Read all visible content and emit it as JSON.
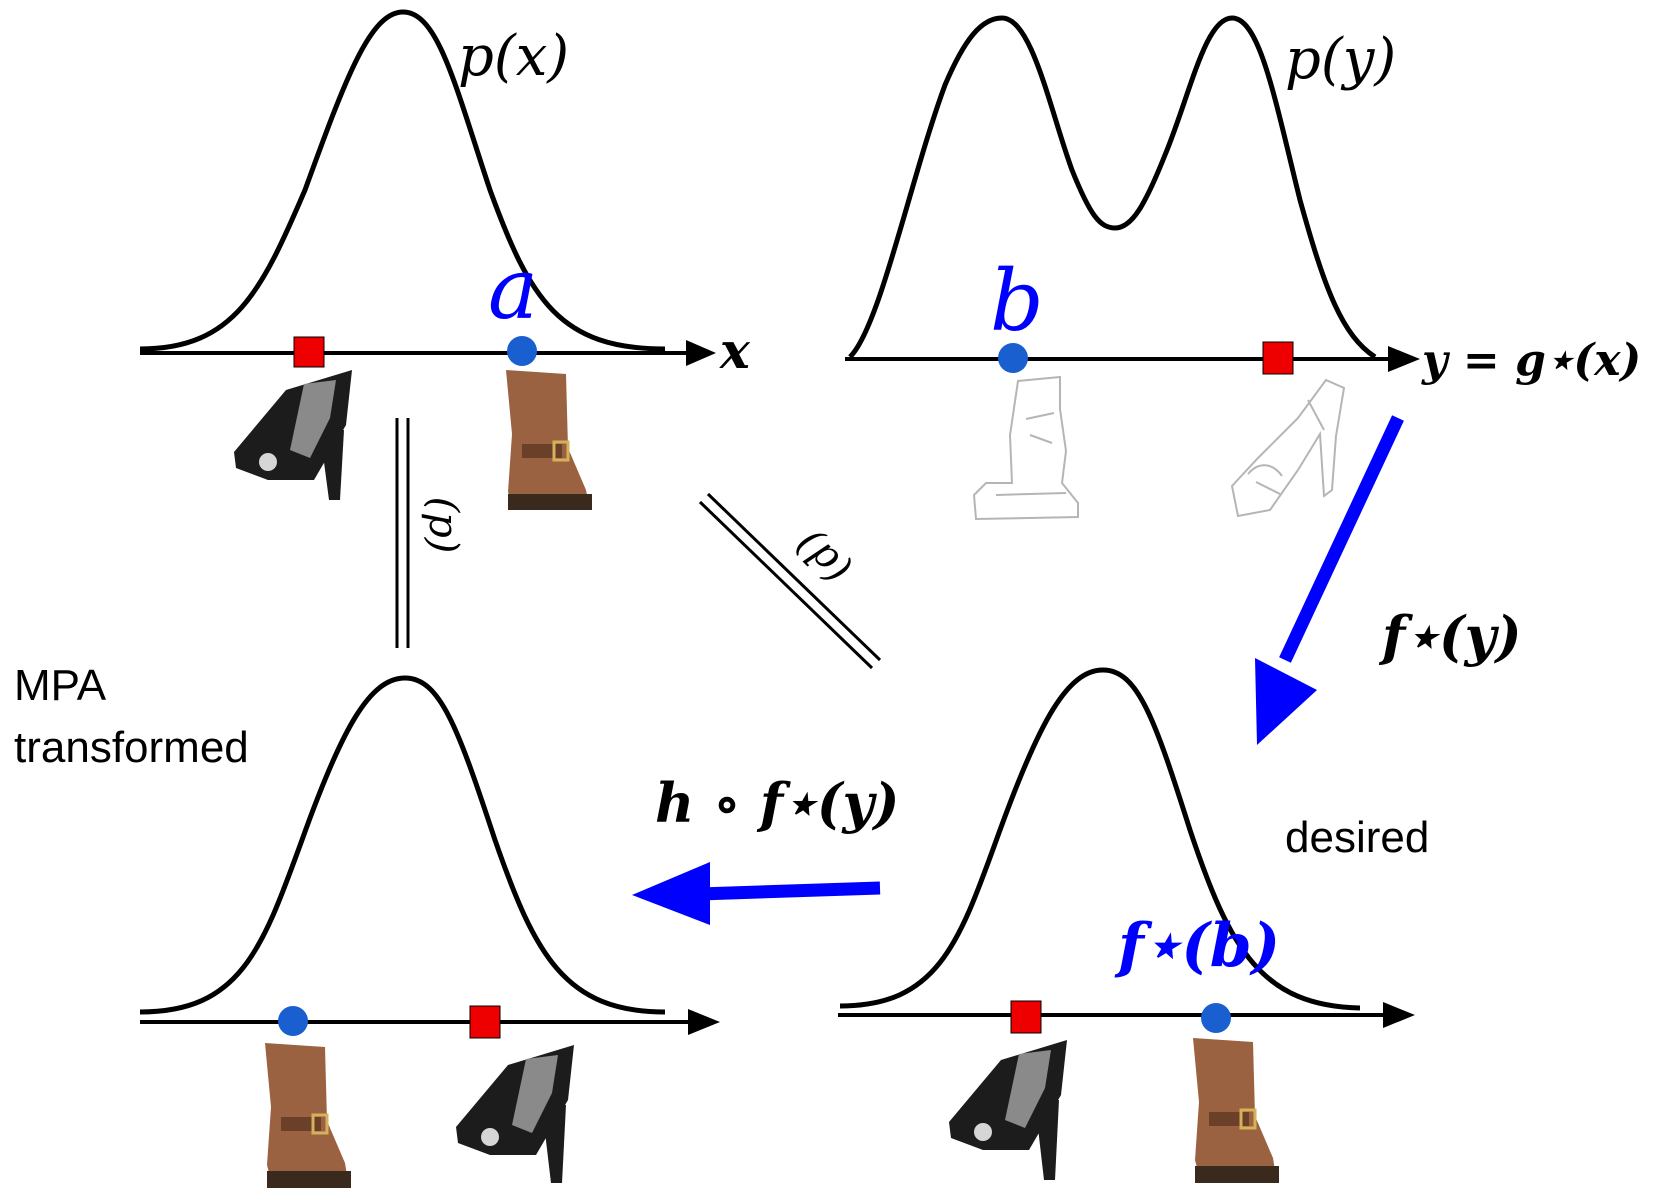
{
  "colors": {
    "ink": "#000000",
    "accent_blue": "#0000ff",
    "point_blue": "#1a5fd0",
    "marker_red": "#ee0000",
    "boot_brown": "#9a6240",
    "sandal_black": "#1c1c1c",
    "sketch_gray": "#b5b5b5"
  },
  "icons": {
    "boot": "boot-icon",
    "sandal": "sandal-icon",
    "boot_sketch": "boot-sketch-icon",
    "sandal_sketch": "sandal-sketch-icon"
  },
  "panels": {
    "source": {
      "density_label": "p(x)",
      "point_label": "a",
      "axis_label": "x"
    },
    "target": {
      "density_label": "p(y)",
      "point_label": "b",
      "axis_label": "y = g⋆(x)"
    },
    "desired": {
      "caption": "desired",
      "point_label": "f⋆(b)"
    },
    "mpa": {
      "caption_line1": "MPA",
      "caption_line2": "transformed"
    }
  },
  "arrows": {
    "down_map_label": "f⋆(y)",
    "left_map_label": "h ∘ f⋆(y)"
  },
  "equalities": {
    "vertical_label": "(p)",
    "diagonal_label": "(d)"
  }
}
